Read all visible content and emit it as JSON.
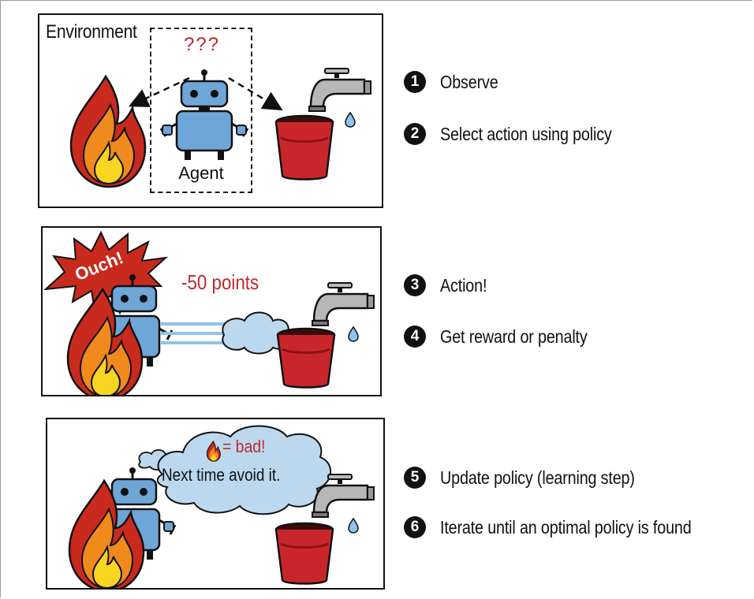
{
  "panel1": {
    "environment_label": "Environment",
    "question_marks": "???",
    "agent_label": "Agent"
  },
  "panel2": {
    "ouch_label": "Ouch!",
    "points_label": "-50 points"
  },
  "panel3": {
    "bubble_bad": "= bad!",
    "bubble_text": "Next time avoid it."
  },
  "steps": [
    {
      "number": "1",
      "text": "Observe"
    },
    {
      "number": "2",
      "text": "Select action using policy"
    },
    {
      "number": "3",
      "text": "Action!"
    },
    {
      "number": "4",
      "text": "Get reward or penalty"
    },
    {
      "number": "5",
      "text": "Update policy (learning step)"
    },
    {
      "number": "6",
      "text": "Iterate until an optimal policy is found"
    }
  ],
  "colors": {
    "robot_blue": "#6fa6d8",
    "flame_red": "#c92a1e",
    "flame_orange": "#f08a1c",
    "flame_yellow": "#f7d520",
    "bucket_red": "#c9262c",
    "text_red": "#c0282d",
    "cloud_blue": "#bcd8ee"
  }
}
